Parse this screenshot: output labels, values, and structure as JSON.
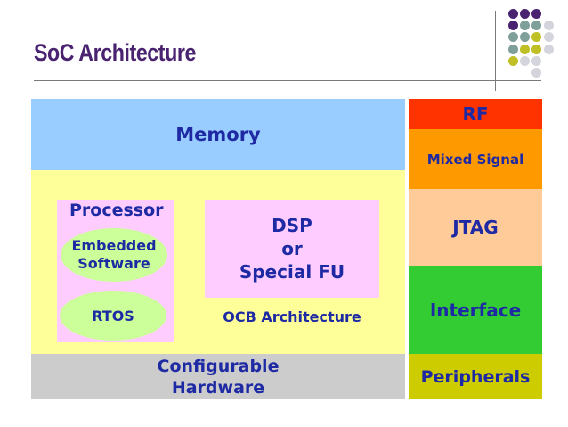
{
  "slide": {
    "title": "SoC Architecture",
    "colors": {
      "title": "#4a2370",
      "label": "#1e2aa3"
    }
  },
  "decor": {
    "dot_colors": {
      "purple": "#4a2370",
      "teal": "#7f9f9a",
      "olive": "#bfbf26",
      "gray": "#d4d4dc"
    }
  },
  "diagram": {
    "memory": "Memory",
    "processor": "Processor",
    "embedded_line1": "Embedded",
    "embedded_line2": "Software",
    "rtos": "RTOS",
    "dsp_line1": "DSP",
    "dsp_line2": "or",
    "dsp_line3": "Special FU",
    "ocb": "OCB Architecture",
    "configurable_line1": "Configurable",
    "configurable_line2": "Hardware",
    "rf": "RF",
    "mixed_signal": "Mixed Signal",
    "jtag": "JTAG",
    "interface": "Interface",
    "peripherals": "Peripherals"
  }
}
